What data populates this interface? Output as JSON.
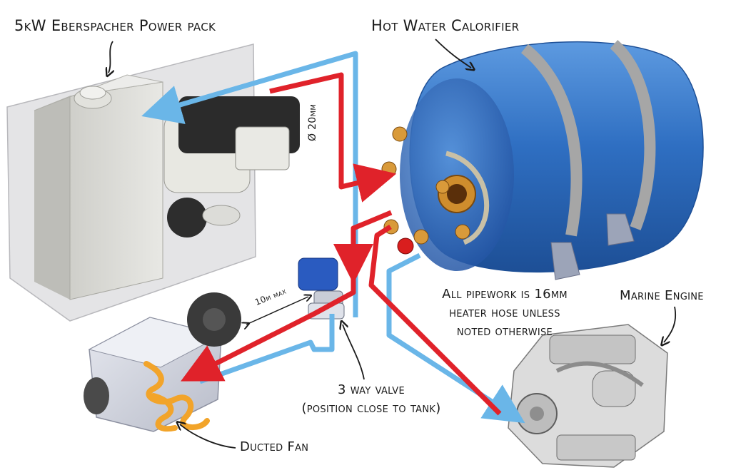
{
  "labels": {
    "power_pack": "5kW Eberspacher Power pack",
    "calorifier": "Hot Water Calorifier",
    "pipe_size": "Ø 20mm",
    "pipework_note": [
      "All pipework is 16mm",
      "heater hose unless",
      "noted otherwise"
    ],
    "marine_engine": "Marine Engine",
    "distance": "10m max",
    "valve_line1": "3 way valve",
    "valve_line2": "(position close to tank)",
    "ducted_fan": "Ducted Fan"
  },
  "colors": {
    "hot_pipe": "#e0222a",
    "cold_pipe": "#6ab6e8",
    "tank_blue": "#2f6fc2",
    "housing_grey": "#d6d6d2"
  }
}
